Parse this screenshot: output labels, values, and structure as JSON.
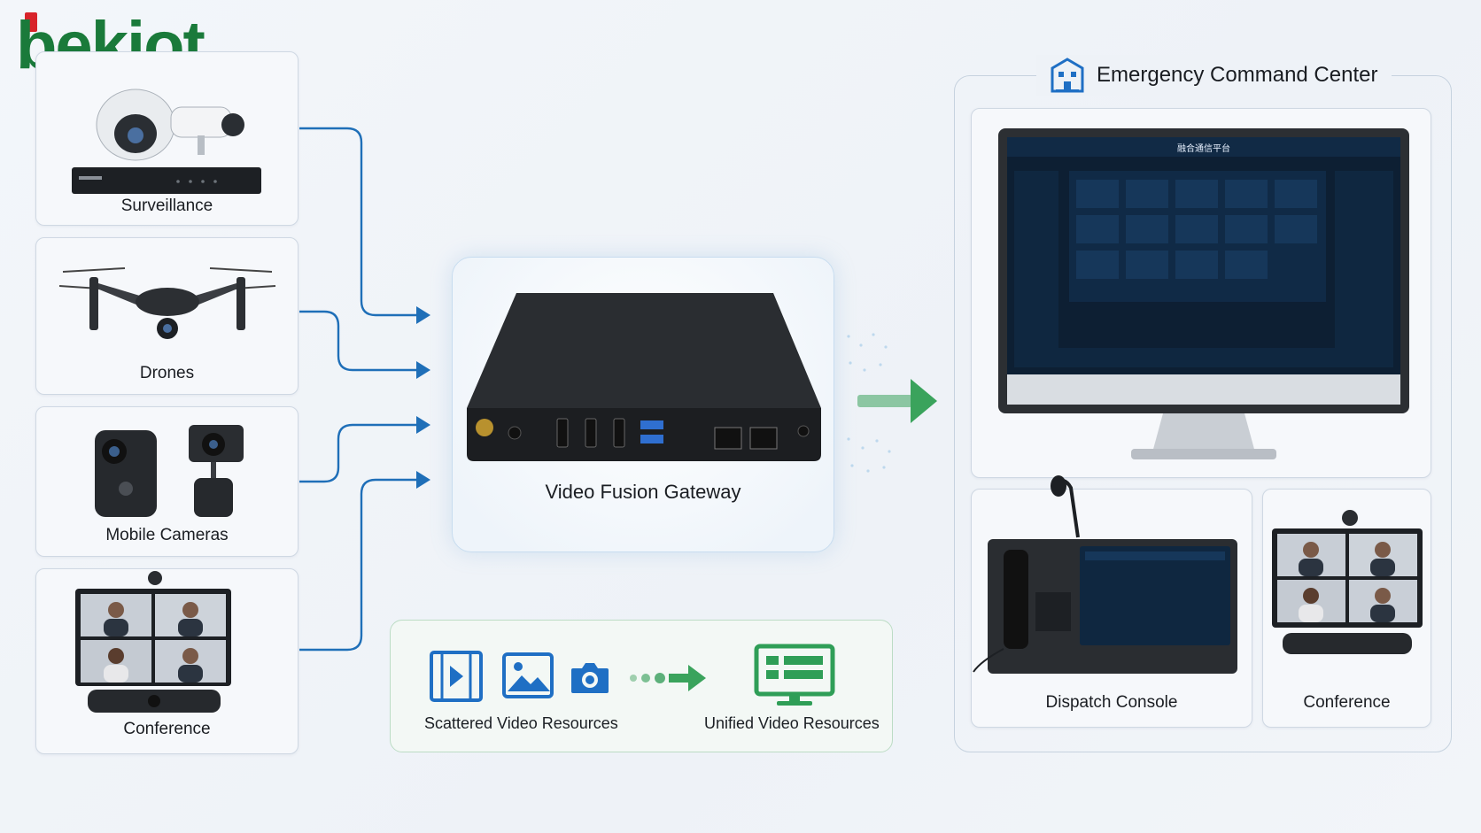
{
  "brand": {
    "logo_text": "bekiot"
  },
  "sources": [
    {
      "label": "Surveillance"
    },
    {
      "label": "Drones"
    },
    {
      "label": "Mobile Cameras"
    },
    {
      "label": "Conference"
    }
  ],
  "gateway": {
    "label": "Video Fusion Gateway"
  },
  "resources": {
    "left_label": "Scattered Video Resources",
    "right_label": "Unified Video Resources"
  },
  "command_center": {
    "title": "Emergency Command Center",
    "dispatch_label": "Dispatch Console",
    "conference_label": "Conference",
    "screen_title": "融合通信平台"
  },
  "colors": {
    "arrow_blue": "#1f6fb8",
    "arrow_green": "#3aa35c",
    "logo_green": "#1a7a3a",
    "logo_red": "#d8232a",
    "icon_blue": "#1f6fc4",
    "icon_green": "#2f9e57"
  }
}
